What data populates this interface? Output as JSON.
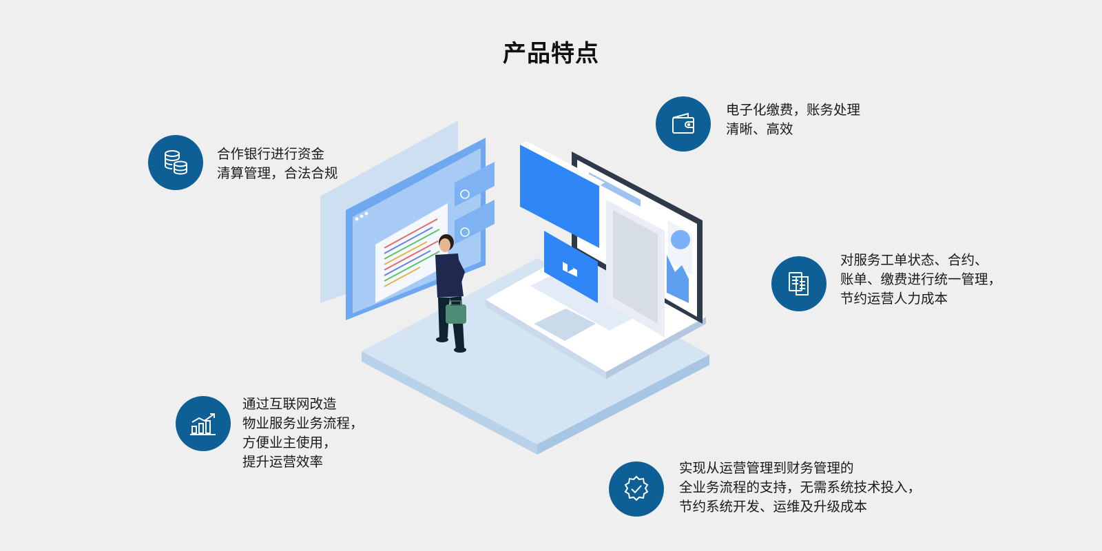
{
  "title": "产品特点",
  "features": [
    {
      "icon": "coins-stack-icon",
      "lines": [
        "合作银行进行资金",
        "清算管理，合法合规"
      ]
    },
    {
      "icon": "wallet-icon",
      "lines": [
        "电子化缴费，账务处理",
        "清晰、高效"
      ]
    },
    {
      "icon": "documents-icon",
      "lines": [
        "对服务工单状态、合约、",
        "账单、缴费进行统一管理，",
        "节约运营人力成本"
      ]
    },
    {
      "icon": "growth-chart-icon",
      "lines": [
        "通过互联网改造",
        "物业服务业务流程，",
        "方便业主使用，",
        "提升运营效率"
      ]
    },
    {
      "icon": "verified-badge-icon",
      "lines": [
        "实现从运营管理到财务管理的",
        "全业务流程的支持，无需系统技术投入，",
        "节约系统开发、运维及升级成本"
      ]
    }
  ],
  "colors": {
    "icon_bg": "#0d5f96",
    "accent": "#2d89f5",
    "background": "#efefef"
  }
}
